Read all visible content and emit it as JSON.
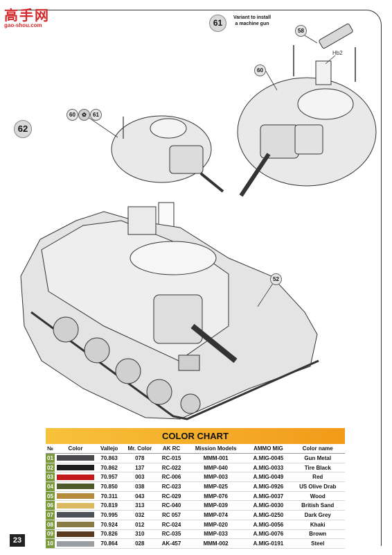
{
  "watermark": {
    "main": "高手网",
    "sub": "gao-shou.com"
  },
  "step_main": "62",
  "step_variant": "61",
  "variant_note_line1": "Variant to install",
  "variant_note_line2": "a machine gun",
  "callouts": {
    "c58": "58",
    "c60_right": "60",
    "c60_left": "60",
    "c61_left": "61",
    "c52": "52",
    "hb2": "Hb2"
  },
  "color_chart": {
    "title": "COLOR CHART",
    "headers": [
      "№",
      "Color",
      "Vallejo",
      "Mr. Color",
      "AK RC",
      "Mission Models",
      "AMMO MIG",
      "Color name"
    ],
    "rows": [
      {
        "no": "01",
        "swatch": "#4a4a4c",
        "vallejo": "70.863",
        "mr": "078",
        "ak": "RC-015",
        "mission": "MMM-001",
        "ammo": "A.MIG-0045",
        "name": "Gun Metal"
      },
      {
        "no": "02",
        "swatch": "#1e1e1e",
        "vallejo": "70.862",
        "mr": "137",
        "ak": "RC-022",
        "mission": "MMP-040",
        "ammo": "A.MIG-0033",
        "name": "Tire Black"
      },
      {
        "no": "03",
        "swatch": "#c21a1a",
        "vallejo": "70.957",
        "mr": "003",
        "ak": "RC-006",
        "mission": "MMP-003",
        "ammo": "A.MIG-0049",
        "name": "Red"
      },
      {
        "no": "04",
        "swatch": "#4e5a2a",
        "vallejo": "70.850",
        "mr": "038",
        "ak": "RC-023",
        "mission": "MMP-025",
        "ammo": "A.MIG-0926",
        "name": "US Olive Drab"
      },
      {
        "no": "05",
        "swatch": "#b58a3a",
        "vallejo": "70.311",
        "mr": "043",
        "ak": "RC-029",
        "mission": "MMP-076",
        "ammo": "A.MIG-0037",
        "name": "Wood"
      },
      {
        "no": "06",
        "swatch": "#d9b860",
        "vallejo": "70.819",
        "mr": "313",
        "ak": "RC-040",
        "mission": "MMP-039",
        "ammo": "A.MIG-0030",
        "name": "British Sand"
      },
      {
        "no": "07",
        "swatch": "#4c5258",
        "vallejo": "70.995",
        "mr": "032",
        "ak": "RC 057",
        "mission": "MMP-074",
        "ammo": "A.MIG-0250",
        "name": "Dark Grey"
      },
      {
        "no": "08",
        "swatch": "#8a7a46",
        "vallejo": "70.924",
        "mr": "012",
        "ak": "RC-024",
        "mission": "MMP-020",
        "ammo": "A.MIG-0056",
        "name": "Khaki"
      },
      {
        "no": "09",
        "swatch": "#5a3a1e",
        "vallejo": "70.826",
        "mr": "310",
        "ak": "RC-035",
        "mission": "MMP-033",
        "ammo": "A.MIG-0076",
        "name": "Brown"
      },
      {
        "no": "10",
        "swatch": "#9a9ea2",
        "vallejo": "70.864",
        "mr": "028",
        "ak": "AK-457",
        "mission": "MMM-002",
        "ammo": "A.MIG-0191",
        "name": "Steel"
      }
    ]
  },
  "page_number": "23"
}
